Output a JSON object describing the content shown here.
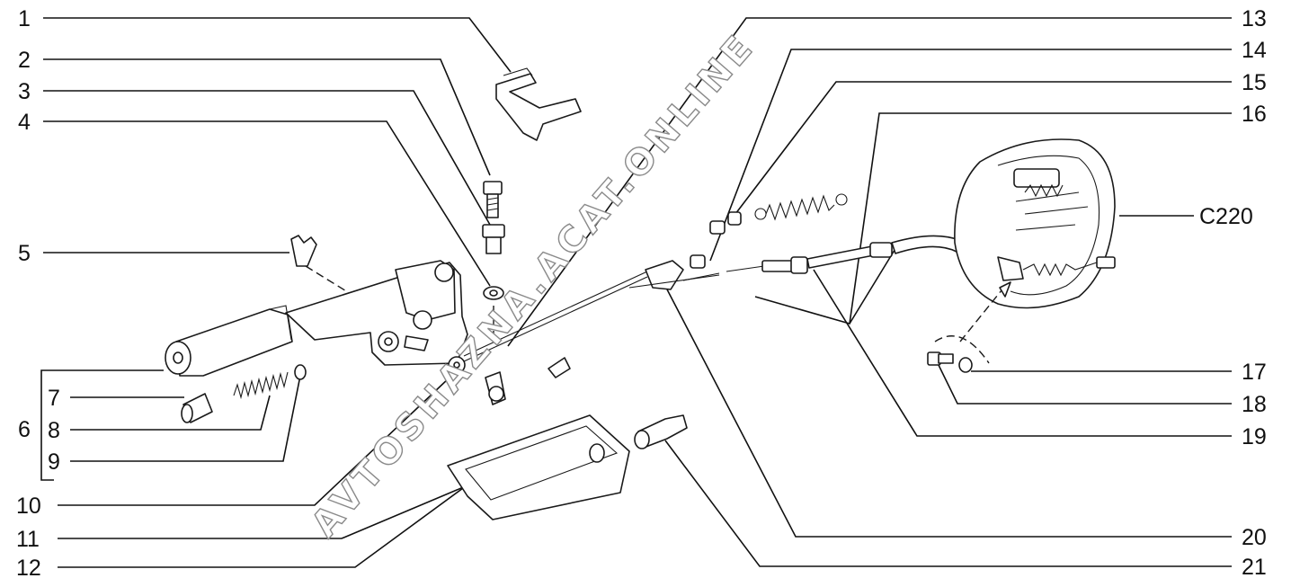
{
  "watermark": "AVTOSHAZNA.ACAT.ONLINE",
  "labels": {
    "l1": "1",
    "l2": "2",
    "l3": "3",
    "l4": "4",
    "l5": "5",
    "l6": "6",
    "l7": "7",
    "l8": "8",
    "l9": "9",
    "l10": "10",
    "l11": "11",
    "l12": "12",
    "l13": "13",
    "l14": "14",
    "l15": "15",
    "l16": "16",
    "l17": "17",
    "l18": "18",
    "l19": "19",
    "l20": "20",
    "l21": "21",
    "ref": "C220"
  }
}
